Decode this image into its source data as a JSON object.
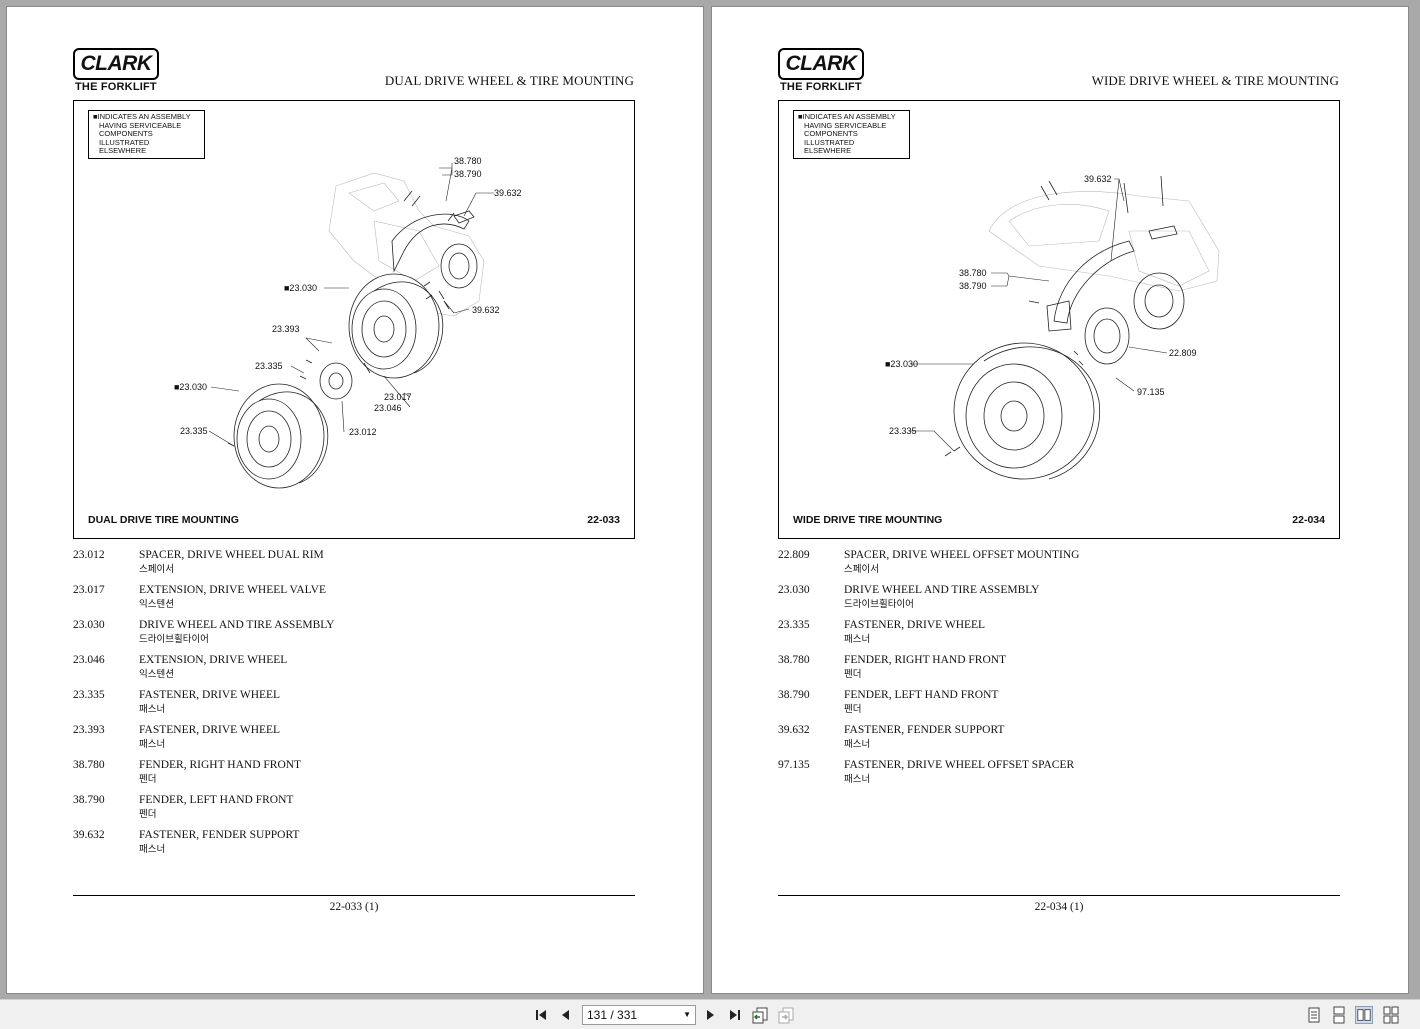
{
  "left_page": {
    "logo": {
      "brand": "CLARK",
      "tagline": "THE FORKLIFT"
    },
    "title": "DUAL DRIVE WHEEL & TIRE MOUNTING",
    "legend": [
      "■INDICATES AN ASSEMBLY",
      "HAVING SERVICEABLE",
      "COMPONENTS ILLUSTRATED",
      "ELSEWHERE"
    ],
    "callouts": {
      "c1": "38.780",
      "c2": "38.790",
      "c3": "39.632",
      "c4": "■23.030",
      "c5": "39.632",
      "c6": "23.393",
      "c7": "23.335",
      "c8": "■23.030",
      "c9": "23.017",
      "c10": "23.046",
      "c11": "23.335",
      "c12": "23.012"
    },
    "figure_caption": "DUAL DRIVE TIRE MOUNTING",
    "figure_number": "22-033",
    "parts": [
      {
        "num": "23.012",
        "desc": "SPACER, DRIVE WHEEL DUAL RIM",
        "ko": "스페이서"
      },
      {
        "num": "23.017",
        "desc": "EXTENSION, DRIVE WHEEL VALVE",
        "ko": "익스텐션"
      },
      {
        "num": "23.030",
        "desc": "DRIVE WHEEL AND TIRE ASSEMBLY",
        "ko": "드라이브휠타이어"
      },
      {
        "num": "23.046",
        "desc": "EXTENSION, DRIVE WHEEL",
        "ko": "익스텐션"
      },
      {
        "num": "23.335",
        "desc": "FASTENER, DRIVE WHEEL",
        "ko": "패스너"
      },
      {
        "num": "23.393",
        "desc": "FASTENER, DRIVE WHEEL",
        "ko": "패스너"
      },
      {
        "num": "38.780",
        "desc": "FENDER, RIGHT HAND FRONT",
        "ko": "펜더"
      },
      {
        "num": "38.790",
        "desc": "FENDER, LEFT HAND FRONT",
        "ko": "펜더"
      },
      {
        "num": "39.632",
        "desc": "FASTENER, FENDER SUPPORT",
        "ko": "패스너"
      }
    ],
    "footer": "22-033 (1)"
  },
  "right_page": {
    "logo": {
      "brand": "CLARK",
      "tagline": "THE FORKLIFT"
    },
    "title": "WIDE DRIVE WHEEL & TIRE MOUNTING",
    "legend": [
      "■INDICATES AN ASSEMBLY",
      "HAVING SERVICEABLE",
      "COMPONENTS ILLUSTRATED",
      "ELSEWHERE"
    ],
    "callouts": {
      "c1": "39.632",
      "c2": "38.780",
      "c3": "38.790",
      "c4": "22.809",
      "c5": "■23.030",
      "c6": "97.135",
      "c7": "23.335"
    },
    "figure_caption": "WIDE DRIVE TIRE MOUNTING",
    "figure_number": "22-034",
    "parts": [
      {
        "num": "22.809",
        "desc": "SPACER, DRIVE WHEEL OFFSET MOUNTING",
        "ko": "스페이서"
      },
      {
        "num": "23.030",
        "desc": "DRIVE WHEEL AND TIRE ASSEMBLY",
        "ko": "드라이브휠타이어"
      },
      {
        "num": "23.335",
        "desc": "FASTENER, DRIVE WHEEL",
        "ko": "패스너"
      },
      {
        "num": "38.780",
        "desc": "FENDER, RIGHT HAND FRONT",
        "ko": "펜더"
      },
      {
        "num": "38.790",
        "desc": "FENDER, LEFT HAND FRONT",
        "ko": "펜더"
      },
      {
        "num": "39.632",
        "desc": "FASTENER, FENDER SUPPORT",
        "ko": "패스너"
      },
      {
        "num": "97.135",
        "desc": "FASTENER, DRIVE WHEEL OFFSET SPACER",
        "ko": "패스너"
      }
    ],
    "footer": "22-034 (1)"
  },
  "toolbar": {
    "page_indicator": "131 / 331",
    "icons": [
      "first-page-icon",
      "previous-page-icon",
      "next-page-icon",
      "last-page-icon",
      "previous-view-icon",
      "next-view-icon",
      "single-page-view-icon",
      "continuous-view-icon",
      "facing-view-icon",
      "continuous-facing-view-icon"
    ]
  }
}
